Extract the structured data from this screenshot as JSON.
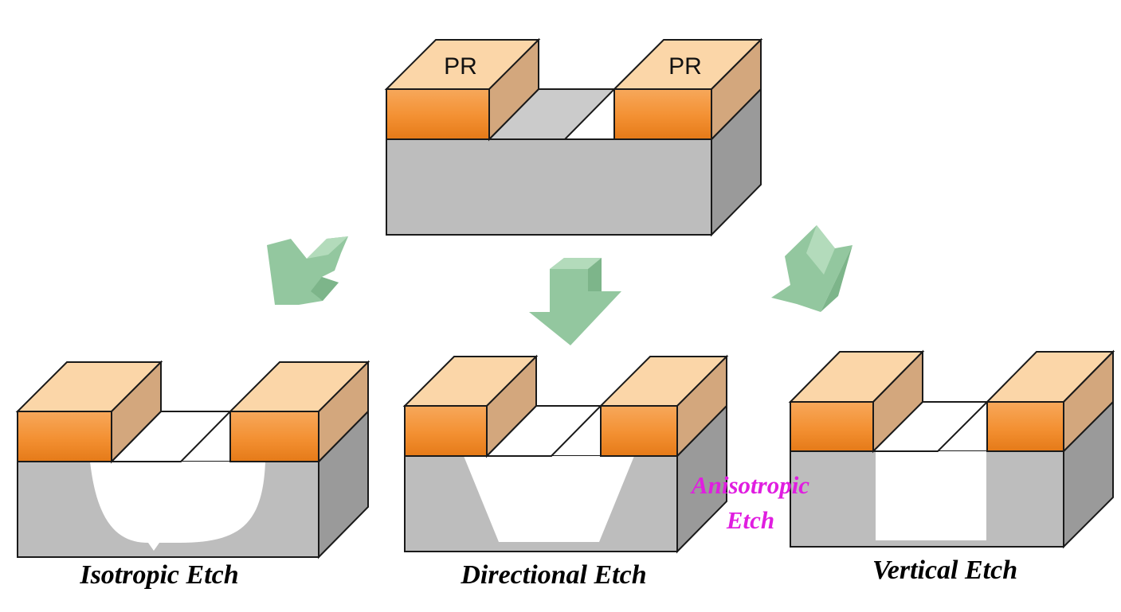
{
  "diagram": {
    "top_block": {
      "left_label": "PR",
      "right_label": "PR"
    },
    "isotropic": {
      "caption": "Isotropic Etch"
    },
    "directional": {
      "caption": "Directional Etch",
      "annotation_line1": "Anisotropic",
      "annotation_line2": "Etch"
    },
    "vertical": {
      "caption": "Vertical Etch"
    }
  },
  "colors": {
    "photoresist_front": "#f39032",
    "photoresist_top": "#fbd6a8",
    "photoresist_side": "#d3a77d",
    "substrate_front": "#bdbdbd",
    "substrate_side": "#9a9a9a",
    "trench_floor": "#cbcbcb",
    "etch_cavity": "#ffffff",
    "arrow": "#93c79f",
    "annotation": "#e01ee0",
    "outline": "#1a1a1a"
  }
}
